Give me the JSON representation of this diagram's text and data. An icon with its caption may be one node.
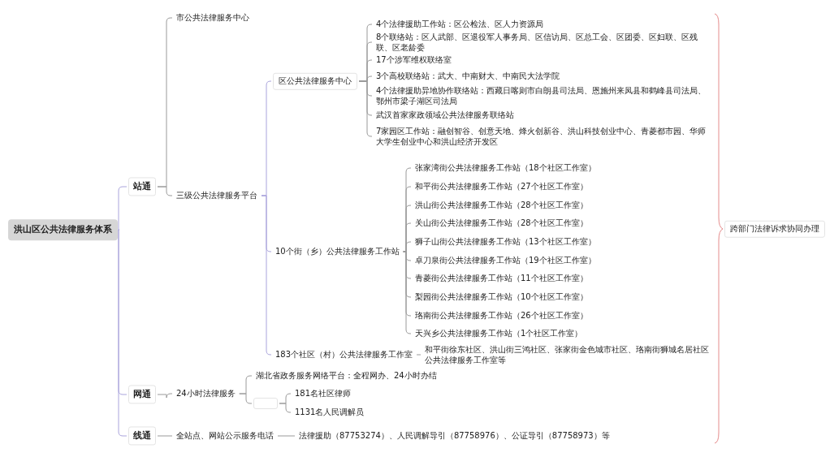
{
  "diagram": {
    "nodes": [
      {
        "text": [
          "洪山区公共法律服务体系"
        ]
      },
      {
        "text": [
          "站通"
        ]
      },
      {
        "text": [
          "市公共法律服务中心"
        ]
      },
      {
        "text": [
          "三级公共法律服务平台"
        ]
      },
      {
        "text": [
          "区公共法律服务中心"
        ]
      },
      {
        "text": [
          "4个法律援助工作站：区公检法、区人力资源局"
        ]
      },
      {
        "text": [
          "8个联络站：区人武部、区退役军人事务局、区信访局、区总工会、区团委、区妇联、区残联、区老龄委"
        ]
      },
      {
        "text": [
          "17个涉军维权联络室"
        ]
      },
      {
        "text": [
          "3个高校联络站：武大、中南财大、中南民大法学院"
        ]
      },
      {
        "text": [
          "4个法律援助异地协作联络站：西藏日喀则市白朗县司法局、恩施州来凤县和鹤峰县司法局、鄂州市梁子湖区司法局"
        ]
      },
      {
        "text": [
          "武汉首家家政领域公共法律服务联络站"
        ]
      },
      {
        "text": [
          "7家园区工作站：融创智谷、创意天地、烽火创新谷、洪山科技创业中心、青菱都市园、华师大学生创业中心和洪山经济开发区"
        ]
      },
      {
        "text": [
          "10个街（乡）公共法律服务工作站"
        ]
      },
      {
        "text": [
          "张家湾街公共法律服务工作站（18个社区工作室）"
        ]
      },
      {
        "text": [
          "和平街公共法律服务工作站（27个社区工作室）"
        ]
      },
      {
        "text": [
          "洪山街公共法律服务工作站（28个社区工作室）"
        ]
      },
      {
        "text": [
          "关山街公共法律服务工作站（28个社区工作室）"
        ]
      },
      {
        "text": [
          "狮子山街公共法律服务工作站（13个社区工作室）"
        ]
      },
      {
        "text": [
          "卓刀泉街公共法律服务工作站（19个社区工作室）"
        ]
      },
      {
        "text": [
          "青菱街公共法律服务工作站（11个社区工作室）"
        ]
      },
      {
        "text": [
          "梨园街公共法律服务工作站（10个社区工作室）"
        ]
      },
      {
        "text": [
          "珞南街公共法律服务工作站（26个社区工作室）"
        ]
      },
      {
        "text": [
          "天兴乡公共法律服务工作站（1个社区工作室）"
        ]
      },
      {
        "text": [
          "183个社区（村）公共法律服务工作室"
        ]
      },
      {
        "text": [
          "和平街徐东社区、洪山街三鸿社区、张家街金色城市社区、珞南街狮城名居社区公共法律服务工作室等"
        ]
      },
      {
        "text": [
          "网通"
        ]
      },
      {
        "text": [
          "24小时法律服务"
        ]
      },
      {
        "text": [
          "湖北省政务服务网络平台：全程网办、24小时办结"
        ]
      },
      {
        "text": [],
        "shape": "box"
      },
      {
        "text": [
          "181名社区律师"
        ]
      },
      {
        "text": [
          "1131名人民调解员"
        ]
      },
      {
        "text": [
          "线通"
        ]
      },
      {
        "text": [
          "全站点、网站公示服务电话"
        ]
      },
      {
        "text": [
          "法律援助（87753274）、人民调解导引（87758976）、公证导引（87758973）等"
        ]
      },
      {
        "text": [
          "跨部门法律诉求协同办理"
        ]
      }
    ],
    "edges": [
      {
        "from": 0,
        "to": 1,
        "arrow": "none",
        "color": "#aaa4dc"
      },
      {
        "from": 0,
        "to": 25,
        "arrow": "none",
        "color": "#aaa4dc"
      },
      {
        "from": 0,
        "to": 31,
        "arrow": "none",
        "color": "#aaa4dc"
      },
      {
        "from": 1,
        "to": 2,
        "arrow": "none"
      },
      {
        "from": 1,
        "to": 3,
        "arrow": "none"
      },
      {
        "from": 3,
        "to": 4,
        "arrow": "none",
        "color": "#aaa4dc"
      },
      {
        "from": 3,
        "to": 12,
        "arrow": "none",
        "color": "#aaa4dc"
      },
      {
        "from": 3,
        "to": 23,
        "arrow": "none",
        "color": "#aaa4dc"
      },
      {
        "from": 4,
        "to": 5,
        "arrow": "none"
      },
      {
        "from": 4,
        "to": 6,
        "arrow": "none"
      },
      {
        "from": 4,
        "to": 7,
        "arrow": "none"
      },
      {
        "from": 4,
        "to": 8,
        "arrow": "none"
      },
      {
        "from": 4,
        "to": 9,
        "arrow": "none"
      },
      {
        "from": 4,
        "to": 10,
        "arrow": "none"
      },
      {
        "from": 4,
        "to": 11,
        "arrow": "none"
      },
      {
        "from": 12,
        "to": 13,
        "arrow": "none"
      },
      {
        "from": 12,
        "to": 14,
        "arrow": "none"
      },
      {
        "from": 12,
        "to": 15,
        "arrow": "none"
      },
      {
        "from": 12,
        "to": 16,
        "arrow": "none"
      },
      {
        "from": 12,
        "to": 17,
        "arrow": "none"
      },
      {
        "from": 12,
        "to": 18,
        "arrow": "none"
      },
      {
        "from": 12,
        "to": 19,
        "arrow": "none"
      },
      {
        "from": 12,
        "to": 20,
        "arrow": "none"
      },
      {
        "from": 12,
        "to": 21,
        "arrow": "none"
      },
      {
        "from": 12,
        "to": 22,
        "arrow": "none"
      },
      {
        "from": 23,
        "to": 24,
        "arrow": "none"
      },
      {
        "from": 25,
        "to": 26,
        "arrow": "none"
      },
      {
        "from": 26,
        "to": 27,
        "arrow": "none"
      },
      {
        "from": 26,
        "to": 28,
        "arrow": "none"
      },
      {
        "from": 28,
        "to": 29,
        "arrow": "none"
      },
      {
        "from": 28,
        "to": 30,
        "arrow": "none"
      },
      {
        "from": 31,
        "to": 32,
        "arrow": "none"
      },
      {
        "from": 32,
        "to": 33,
        "arrow": "none"
      }
    ]
  }
}
